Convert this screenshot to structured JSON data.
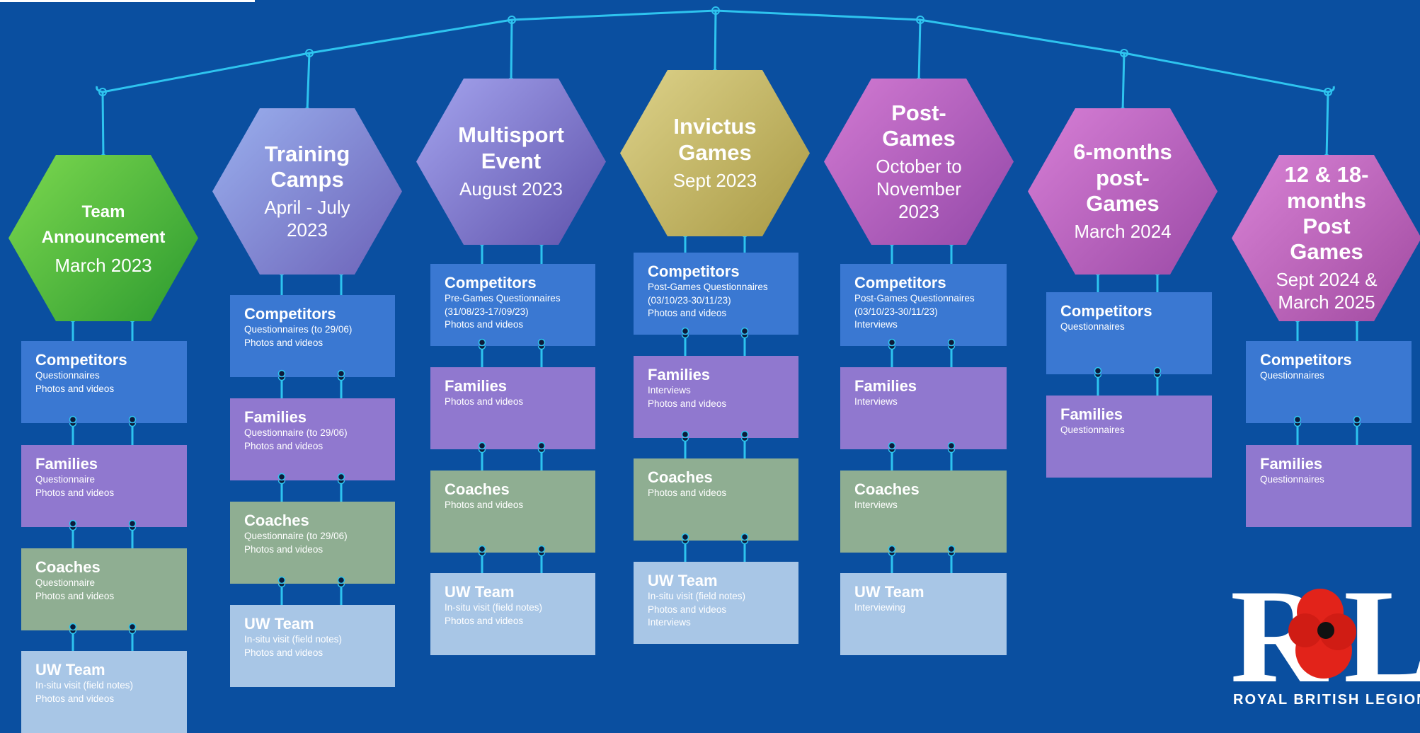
{
  "colors": {
    "background": "#0a4fa0",
    "connector": "#2ec4ef",
    "competitors_box": "#3a78d2",
    "families_box": "#9078cf",
    "coaches_box": "#8fae92",
    "uw_team_box": "#a8c6e6",
    "poppy": "#e2231a"
  },
  "stages": [
    {
      "title": "Team Announcement",
      "date": "March 2023",
      "hex_colors": [
        "#7cd84f",
        "#2c9a2f"
      ],
      "groups": [
        {
          "title": "Competitors",
          "lines": [
            "Questionnaires",
            "Photos and videos"
          ]
        },
        {
          "title": "Families",
          "lines": [
            "Questionnaire",
            "Photos and videos"
          ]
        },
        {
          "title": "Coaches",
          "lines": [
            "Questionnaire",
            "Photos and videos"
          ]
        },
        {
          "title": "UW Team",
          "lines": [
            "In-situ visit (field notes)",
            "Photos and videos"
          ]
        }
      ]
    },
    {
      "title": "Training Camps",
      "date": "April - July 2023",
      "hex_colors": [
        "#9ab0ee",
        "#6c62b8"
      ],
      "groups": [
        {
          "title": "Competitors",
          "lines": [
            "Questionnaires (to 29/06)",
            "Photos and videos"
          ]
        },
        {
          "title": "Families",
          "lines": [
            "Questionnaire (to 29/06)",
            "Photos and videos"
          ]
        },
        {
          "title": "Coaches",
          "lines": [
            "Questionnaire (to 29/06)",
            "Photos and videos"
          ]
        },
        {
          "title": "UW Team",
          "lines": [
            "In-situ visit (field notes)",
            "Photos and videos"
          ]
        }
      ]
    },
    {
      "title": "Multisport Event",
      "date": "August 2023",
      "hex_colors": [
        "#a4a4ee",
        "#5f52ab"
      ],
      "groups": [
        {
          "title": "Competitors",
          "lines": [
            "Pre-Games Questionnaires",
            "(31/08/23-17/09/23)",
            "Photos and videos"
          ]
        },
        {
          "title": "Families",
          "lines": [
            "Photos and videos"
          ]
        },
        {
          "title": "Coaches",
          "lines": [
            "Photos and videos"
          ]
        },
        {
          "title": "UW Team",
          "lines": [
            "In-situ visit (field notes)",
            "Photos and videos"
          ]
        }
      ]
    },
    {
      "title": "Invictus Games",
      "date": "Sept 2023",
      "hex_colors": [
        "#ddd28a",
        "#a99a45"
      ],
      "groups": [
        {
          "title": "Competitors",
          "lines": [
            "Post-Games Questionnaires",
            "(03/10/23-30/11/23)",
            "Photos and videos"
          ]
        },
        {
          "title": "Families",
          "lines": [
            "Interviews",
            "Photos and videos"
          ]
        },
        {
          "title": "Coaches",
          "lines": [
            "Photos and videos"
          ]
        },
        {
          "title": "UW Team",
          "lines": [
            "In-situ visit (field notes)",
            "Photos and videos",
            "Interviews"
          ]
        }
      ]
    },
    {
      "title": "Post-Games",
      "date": "October to November 2023",
      "hex_colors": [
        "#d27ad2",
        "#9348a8"
      ],
      "groups": [
        {
          "title": "Competitors",
          "lines": [
            "Post-Games Questionnaires",
            "(03/10/23-30/11/23)",
            "Interviews"
          ]
        },
        {
          "title": "Families",
          "lines": [
            "Interviews"
          ]
        },
        {
          "title": "Coaches",
          "lines": [
            "Interviews"
          ]
        },
        {
          "title": "UW Team",
          "lines": [
            "Interviewing"
          ]
        }
      ]
    },
    {
      "title": "6-months post-Games",
      "date": "March 2024",
      "hex_colors": [
        "#d77fd6",
        "#9b4aa6"
      ],
      "groups": [
        {
          "title": "Competitors",
          "lines": [
            "Questionnaires"
          ]
        },
        {
          "title": "Families",
          "lines": [
            "Questionnaires"
          ]
        }
      ]
    },
    {
      "title": "12 & 18-months Post Games",
      "date": "Sept 2024 & March 2025",
      "hex_colors": [
        "#d983d6",
        "#a04aa0"
      ],
      "groups": [
        {
          "title": "Competitors",
          "lines": [
            "Questionnaires"
          ]
        },
        {
          "title": "Families",
          "lines": [
            "Questionnaires"
          ]
        }
      ]
    }
  ],
  "logo": {
    "letters": "RBL",
    "caption": "ROYAL BRITISH LEGION"
  }
}
